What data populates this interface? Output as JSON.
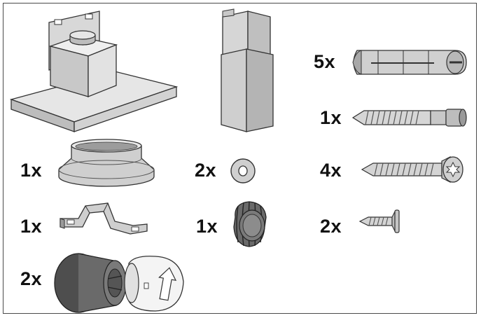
{
  "parts": [
    {
      "qty": "5x",
      "icon": "wall-anchor-icon"
    },
    {
      "qty": "1x",
      "icon": "hanger-bolt-icon"
    },
    {
      "qty": "1x",
      "icon": "duct-collar-icon"
    },
    {
      "qty": "2x",
      "icon": "washer-icon"
    },
    {
      "qty": "4x",
      "icon": "torx-wood-screw-icon"
    },
    {
      "qty": "1x",
      "icon": "mounting-bracket-icon"
    },
    {
      "qty": "1x",
      "icon": "knurled-nut-icon"
    },
    {
      "qty": "2x",
      "icon": "self-tapping-screw-icon"
    },
    {
      "qty": "2x",
      "icon": "backdraft-damper-icon"
    }
  ],
  "unlabeled": [
    {
      "icon": "range-hood-icon"
    },
    {
      "icon": "chimney-cover-icon"
    }
  ],
  "colors": {
    "line": "#333333",
    "metal_light": "#e4e4e4",
    "metal_mid": "#bdbdbd",
    "metal_dark": "#8a8a8a",
    "plastic_dark": "#555555"
  }
}
